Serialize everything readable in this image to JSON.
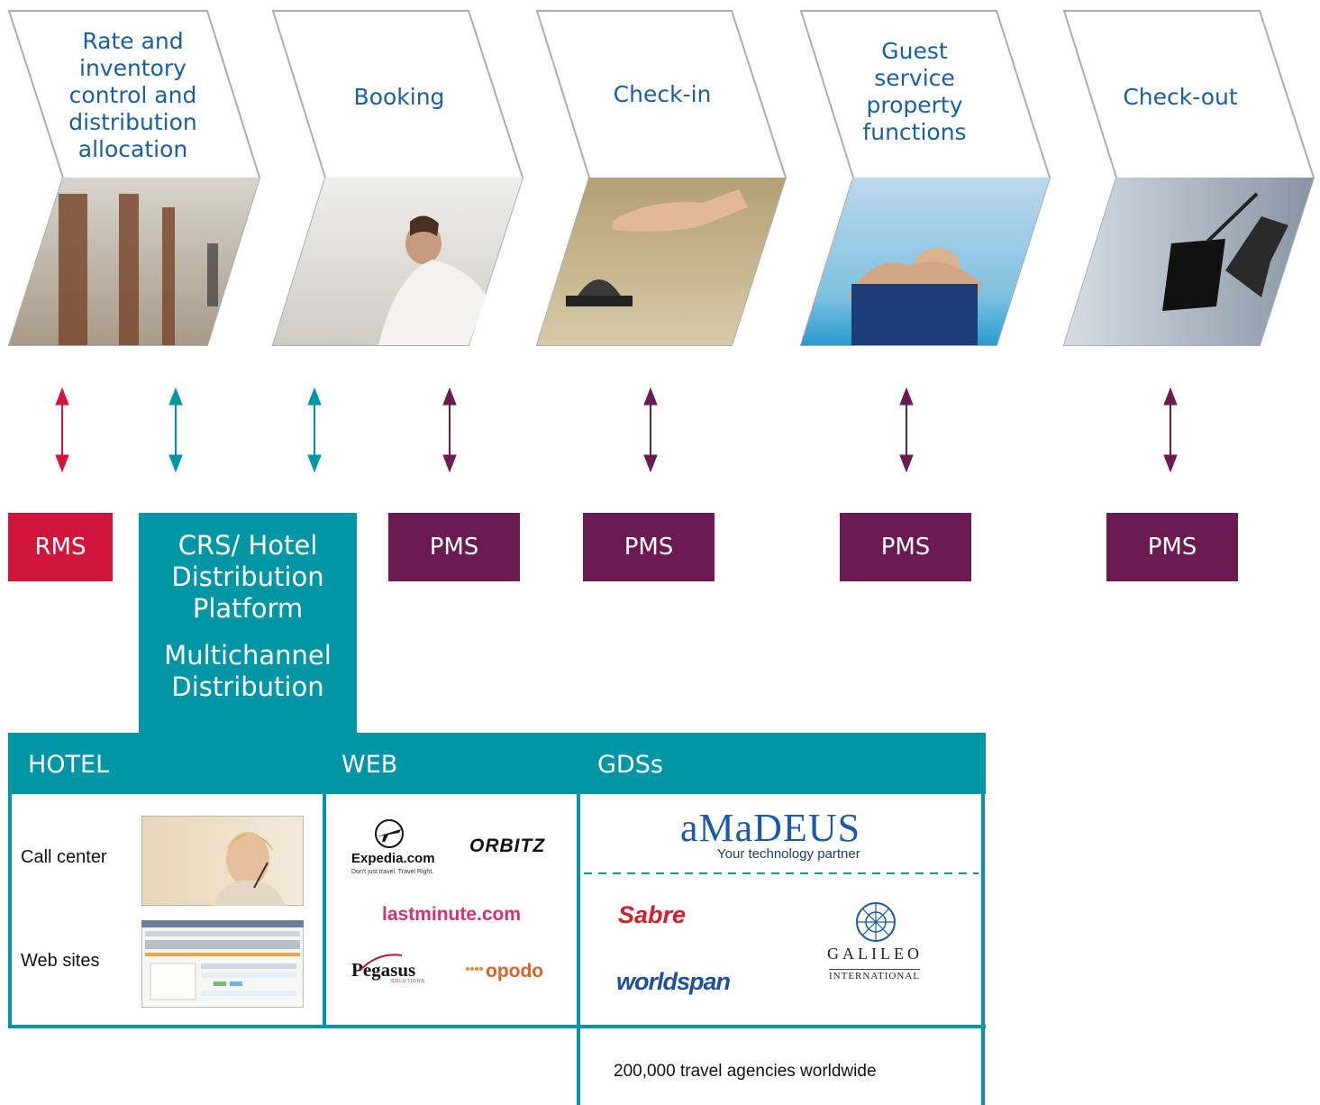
{
  "process_steps": [
    {
      "label": "Rate and\ninventory\ncontrol and\ndistribution\nallocation",
      "image": "hotel-corridor-photo"
    },
    {
      "label": "Booking",
      "image": "woman-on-sofa-photo"
    },
    {
      "label": "Check-in",
      "image": "reception-bell-photo"
    },
    {
      "label": "Guest\nservice\nproperty\nfunctions",
      "image": "beach-relax-photo"
    },
    {
      "label": "Check-out",
      "image": "traveler-luggage-photo"
    }
  ],
  "systems": {
    "rms": "RMS",
    "crs_title": "CRS/ Hotel\nDistribution\nPlatform",
    "crs_subtitle": "Multichannel\nDistribution",
    "pms": [
      "PMS",
      "PMS",
      "PMS",
      "PMS"
    ]
  },
  "channels": {
    "hotel": {
      "header": "HOTEL",
      "items": [
        "Call center",
        "Web sites"
      ]
    },
    "web": {
      "header": "WEB",
      "logos": {
        "expedia": "Expedia.com",
        "expedia_tagline": "Don't just travel. Travel Right.",
        "orbitz": "ORBITZ",
        "lastminute": "lastminute.com",
        "pegasus": "Pegasus",
        "pegasus_sub": "SOLUTIONS",
        "opodo": "opodo"
      }
    },
    "gds": {
      "header": "GDSs",
      "amadeus": "aMaDEUS",
      "amadeus_tagline": "Your technology partner",
      "sabre": "Sabre",
      "galileo": "GALILEO",
      "galileo_sub": "INTERNATIONAL",
      "worldspan": "worldspan",
      "footer": "200,000 travel agencies worldwide"
    }
  },
  "colors": {
    "step_text": "#1a5f9e",
    "rms": "#d2163b",
    "pms": "#6b1a52",
    "crs": "#0096a6",
    "arrow_red": "#d2163b",
    "arrow_teal": "#0096a6",
    "arrow_purple": "#6b1a52"
  }
}
